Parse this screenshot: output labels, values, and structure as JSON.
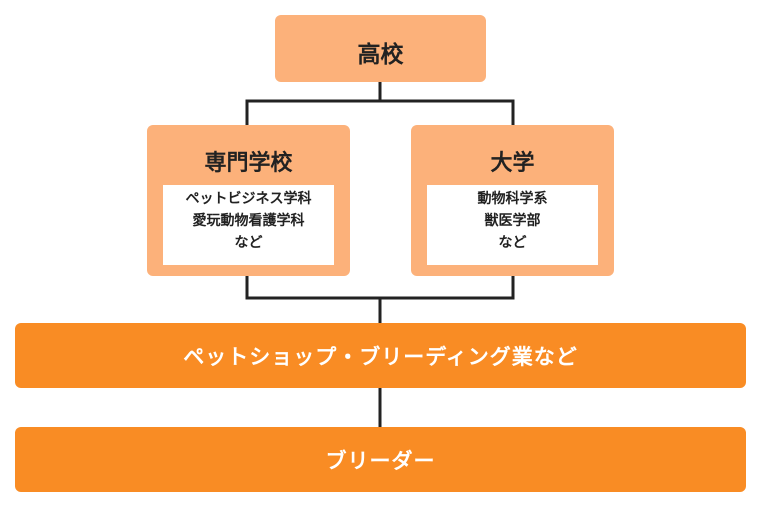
{
  "diagram": {
    "top_node": {
      "title": "高校"
    },
    "left_node": {
      "title": "専門学校",
      "details": [
        "ペットビジネス学科",
        "愛玩動物看護学科",
        "など"
      ]
    },
    "right_node": {
      "title": "大学",
      "details": [
        "動物科学系",
        "獣医学部",
        "など"
      ]
    },
    "industry_bar": {
      "label": "ペットショップ・ブリーディング業など"
    },
    "final_bar": {
      "label": "ブリーダー"
    },
    "colors": {
      "light_node": "#fcb17a",
      "dark_bar": "#f98c24",
      "connector": "#222222"
    }
  }
}
